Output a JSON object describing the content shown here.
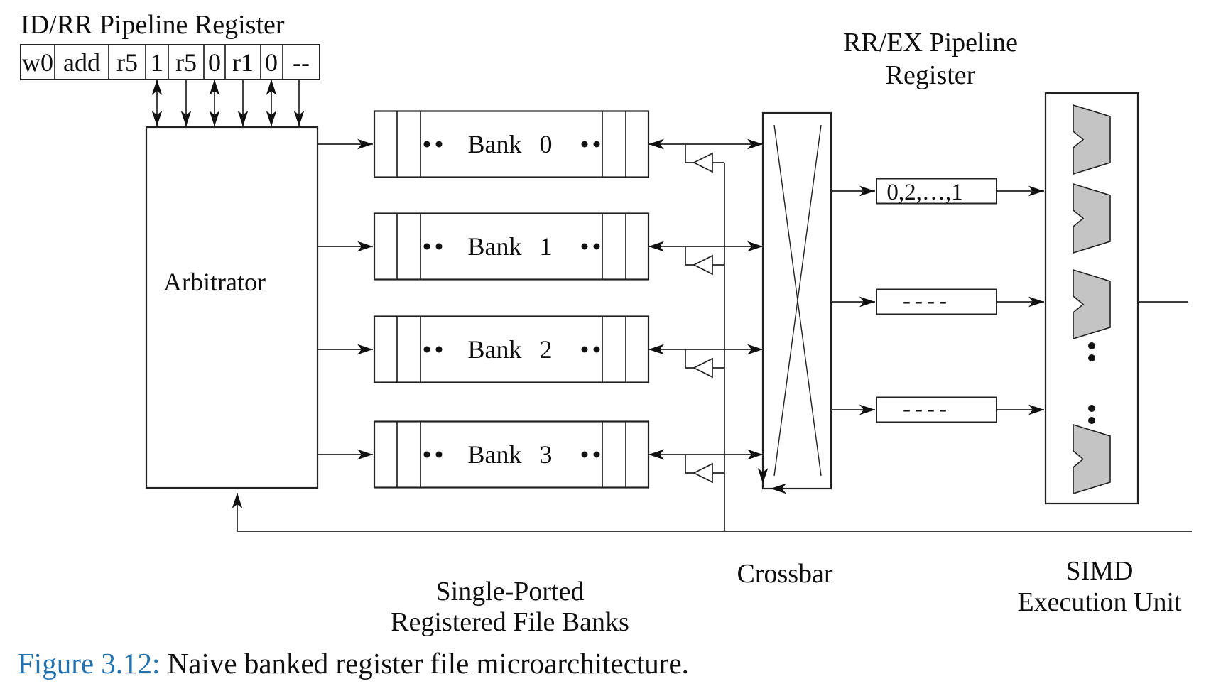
{
  "title": "ID/RR Pipeline Register",
  "pipeline_register": {
    "cells": [
      "w0",
      "add",
      "r5",
      "1",
      "r5",
      "0",
      "r1",
      "0",
      "--"
    ]
  },
  "arbitrator": {
    "label": "Arbitrator"
  },
  "banks": {
    "items": [
      "Bank 0",
      "Bank 1",
      "Bank 2",
      "Bank 3"
    ],
    "caption_line1": "Single-Ported",
    "caption_line2": "Registered File Banks"
  },
  "crossbar": {
    "label": "Crossbar"
  },
  "rrex": {
    "title_line1": "RR/EX Pipeline",
    "title_line2": "Register",
    "registers": [
      "0,2,…,1",
      "----",
      "----"
    ]
  },
  "simd": {
    "label_line1": "SIMD",
    "label_line2": "Execution Unit"
  },
  "figure_caption": {
    "label": "Figure 3.12:",
    "text": " Naive banked register file microarchitecture."
  },
  "colors": {
    "caption_label": "#2272b0",
    "alu_fill": "#c4c4c4",
    "line": "#222222"
  }
}
